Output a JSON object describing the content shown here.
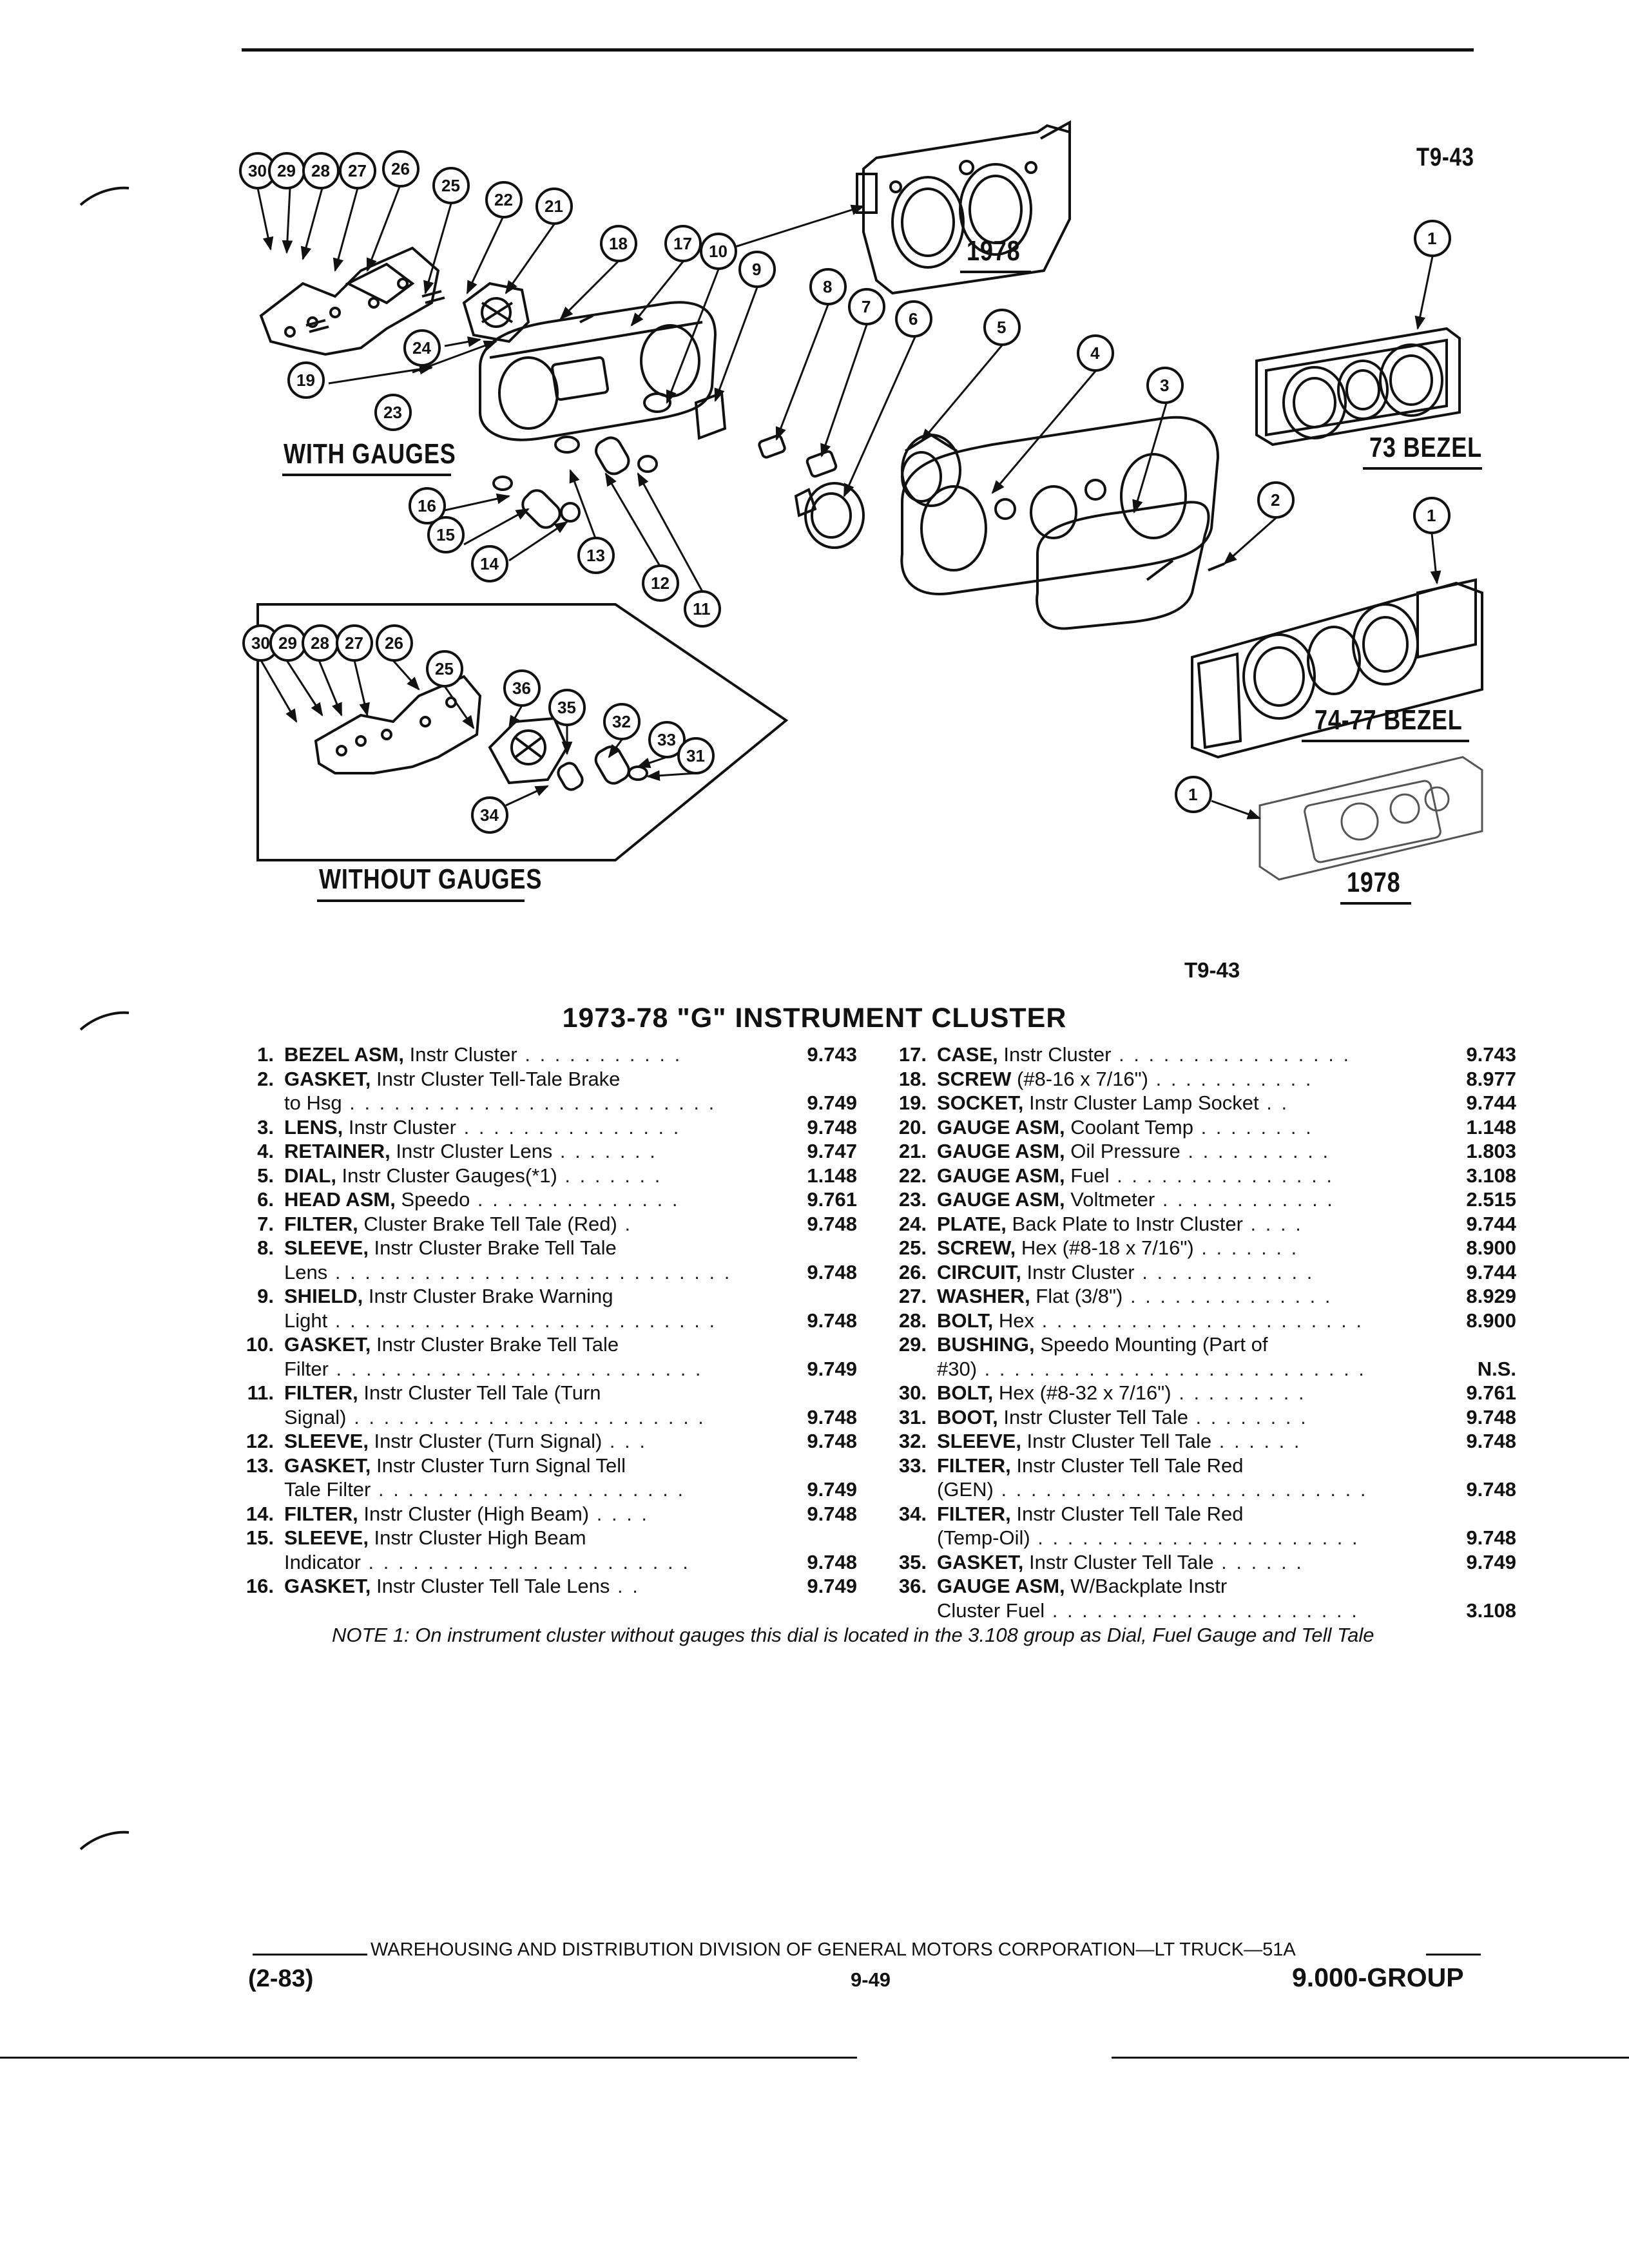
{
  "header": {
    "code_top": "T9-43"
  },
  "diagram": {
    "labels": {
      "with_gauges": "WITH GAUGES",
      "without_gauges": "WITHOUT GAUGES",
      "bezel_73": "73 BEZEL",
      "bezel_74_77": "74-77 BEZEL",
      "year_1978_a": "1978",
      "year_1978_b": "1978",
      "code_mid": "T9-43"
    },
    "callouts": {
      "c1a": "1",
      "c1b": "1",
      "c1c": "1",
      "c2": "2",
      "c3": "3",
      "c4": "4",
      "c5": "5",
      "c6": "6",
      "c7": "7",
      "c8": "8",
      "c9": "9",
      "c10": "10",
      "c11": "11",
      "c12": "12",
      "c13": "13",
      "c14": "14",
      "c15": "15",
      "c16": "16",
      "c17": "17",
      "c18": "18",
      "c19": "19",
      "c21": "21",
      "c22": "22",
      "c23": "23",
      "c24": "24",
      "c25a": "25",
      "c26a": "26",
      "c27a": "27",
      "c28a": "28",
      "c29a": "29",
      "c30a": "30",
      "c25b": "25",
      "c26b": "26",
      "c27b": "27",
      "c28b": "28",
      "c29b": "29",
      "c30b": "30",
      "c31": "31",
      "c32": "32",
      "c33": "33",
      "c34": "34",
      "c35": "35",
      "c36": "36"
    }
  },
  "title": "1973-78 \"G\" INSTRUMENT CLUSTER",
  "parts_left": [
    {
      "lines": [
        {
          "num": "1.",
          "name": "BEZEL ASM,",
          "desc": " Instr Cluster",
          "dots": " . . . . . . . . . . .",
          "group": "9.743"
        }
      ]
    },
    {
      "lines": [
        {
          "num": "2.",
          "name": "GASKET,",
          "desc": " Instr Cluster Tell-Tale Brake"
        },
        {
          "desc": "to Hsg",
          "dots": " . . . . . . . . . . . . . . . . . . . . . . . . .",
          "group": "9.749"
        }
      ]
    },
    {
      "lines": [
        {
          "num": "3.",
          "name": "LENS,",
          "desc": " Instr Cluster",
          "dots": " . . . . . . . . . . . . . . .",
          "group": "9.748"
        }
      ]
    },
    {
      "lines": [
        {
          "num": "4.",
          "name": "RETAINER,",
          "desc": " Instr Cluster Lens",
          "dots": " . . . . . . .",
          "group": "9.747"
        }
      ]
    },
    {
      "lines": [
        {
          "num": "5.",
          "name": "DIAL,",
          "desc": " Instr Cluster Gauges(*1)",
          "dots": " . . . . . . .",
          "group": "1.148"
        }
      ]
    },
    {
      "lines": [
        {
          "num": "6.",
          "name": "HEAD ASM,",
          "desc": " Speedo",
          "dots": " . . . . . . . . . . . . . .",
          "group": "9.761"
        }
      ]
    },
    {
      "lines": [
        {
          "num": "7.",
          "name": "FILTER,",
          "desc": " Cluster Brake Tell Tale (Red)",
          "dots": " .",
          "group": "9.748"
        }
      ]
    },
    {
      "lines": [
        {
          "num": "8.",
          "name": "SLEEVE,",
          "desc": " Instr Cluster Brake Tell Tale"
        },
        {
          "desc": "Lens",
          "dots": " . . . . . . . . . . . . . . . . . . . . . . . . . . .",
          "group": "9.748"
        }
      ]
    },
    {
      "lines": [
        {
          "num": "9.",
          "name": "SHIELD,",
          "desc": " Instr Cluster Brake Warning"
        },
        {
          "desc": "Light",
          "dots": " . . . . . . . . . . . . . . . . . . . . . . . . . .",
          "group": "9.748"
        }
      ]
    },
    {
      "lines": [
        {
          "num": "10.",
          "name": "GASKET,",
          "desc": " Instr Cluster Brake Tell Tale"
        },
        {
          "desc": "Filter",
          "dots": " . . . . . . . . . . . . . . . . . . . . . . . . .",
          "group": "9.749"
        }
      ]
    },
    {
      "lines": [
        {
          "num": "11.",
          "name": "FILTER,",
          "desc": " Instr Cluster Tell Tale (Turn"
        },
        {
          "desc": "Signal)",
          "dots": " . . . . . . . . . . . . . . . . . . . . . . . .",
          "group": "9.748"
        }
      ]
    },
    {
      "lines": [
        {
          "num": "12.",
          "name": "SLEEVE,",
          "desc": " Instr Cluster (Turn Signal)",
          "dots": " . . .",
          "group": "9.748"
        }
      ]
    },
    {
      "lines": [
        {
          "num": "13.",
          "name": "GASKET,",
          "desc": " Instr Cluster Turn Signal Tell"
        },
        {
          "desc": "Tale Filter",
          "dots": " . . . . . . . . . . . . . . . . . . . . .",
          "group": "9.749"
        }
      ]
    },
    {
      "lines": [
        {
          "num": "14.",
          "name": "FILTER,",
          "desc": " Instr Cluster (High Beam)",
          "dots": " . . . .",
          "group": "9.748"
        }
      ]
    },
    {
      "lines": [
        {
          "num": "15.",
          "name": "SLEEVE,",
          "desc": " Instr Cluster High Beam"
        },
        {
          "desc": "Indicator",
          "dots": " . . . . . . . . . . . . . . . . . . . . . .",
          "group": "9.748"
        }
      ]
    },
    {
      "lines": [
        {
          "num": "16.",
          "name": "GASKET,",
          "desc": " Instr Cluster Tell Tale Lens",
          "dots": " . .",
          "group": "9.749"
        }
      ]
    }
  ],
  "parts_right": [
    {
      "lines": [
        {
          "num": "17.",
          "name": "CASE,",
          "desc": " Instr Cluster",
          "dots": " . . . . . . . . . . . . . . . .",
          "group": "9.743"
        }
      ]
    },
    {
      "lines": [
        {
          "num": "18.",
          "name": "SCREW",
          "desc": " (#8-16 x 7/16\")",
          "dots": " . . . . . . . . . . .",
          "group": "8.977"
        }
      ]
    },
    {
      "lines": [
        {
          "num": "19.",
          "name": "SOCKET,",
          "desc": " Instr Cluster Lamp Socket",
          "dots": " . .",
          "group": "9.744"
        }
      ]
    },
    {
      "lines": [
        {
          "num": "20.",
          "name": "GAUGE ASM,",
          "desc": " Coolant Temp",
          "dots": " . . . . . . . .",
          "group": "1.148"
        }
      ]
    },
    {
      "lines": [
        {
          "num": "21.",
          "name": "GAUGE ASM,",
          "desc": " Oil Pressure",
          "dots": " . . . . . . . . . .",
          "group": "1.803"
        }
      ]
    },
    {
      "lines": [
        {
          "num": "22.",
          "name": "GAUGE ASM,",
          "desc": " Fuel",
          "dots": " . . . . . . . . . . . . . . .",
          "group": "3.108"
        }
      ]
    },
    {
      "lines": [
        {
          "num": "23.",
          "name": "GAUGE ASM,",
          "desc": " Voltmeter",
          "dots": " . . . . . . . . . . . .",
          "group": "2.515"
        }
      ]
    },
    {
      "lines": [
        {
          "num": "24.",
          "name": "PLATE,",
          "desc": " Back Plate to Instr Cluster",
          "dots": " . . . .",
          "group": "9.744"
        }
      ]
    },
    {
      "lines": [
        {
          "num": "25.",
          "name": "SCREW,",
          "desc": " Hex (#8-18 x 7/16\")",
          "dots": " . . . . . . .",
          "group": "8.900"
        }
      ]
    },
    {
      "lines": [
        {
          "num": "26.",
          "name": "CIRCUIT,",
          "desc": " Instr Cluster",
          "dots": " . . . . . . . . . . . .",
          "group": "9.744"
        }
      ]
    },
    {
      "lines": [
        {
          "num": "27.",
          "name": "WASHER,",
          "desc": " Flat (3/8\")",
          "dots": " . . . . . . . . . . . . . .",
          "group": "8.929"
        }
      ]
    },
    {
      "lines": [
        {
          "num": "28.",
          "name": "BOLT,",
          "desc": " Hex",
          "dots": " . . . . . . . . . . . . . . . . . . . . . .",
          "group": "8.900"
        }
      ]
    },
    {
      "lines": [
        {
          "num": "29.",
          "name": "BUSHING,",
          "desc": " Speedo Mounting (Part of"
        },
        {
          "desc": "#30)",
          "dots": " . . . . . . . . . . . . . . . . . . . . . . . . . .",
          "group": "N.S."
        }
      ]
    },
    {
      "lines": [
        {
          "num": "30.",
          "name": "BOLT,",
          "desc": " Hex (#8-32 x 7/16\")",
          "dots": " . . . . . . . . .",
          "group": "9.761"
        }
      ]
    },
    {
      "lines": [
        {
          "num": "31.",
          "name": "BOOT,",
          "desc": " Instr Cluster Tell Tale",
          "dots": " . . . . . . . .",
          "group": "9.748"
        }
      ]
    },
    {
      "lines": [
        {
          "num": "32.",
          "name": "SLEEVE,",
          "desc": " Instr Cluster Tell Tale",
          "dots": " . . . . . .",
          "group": "9.748"
        }
      ]
    },
    {
      "lines": [
        {
          "num": "33.",
          "name": "FILTER,",
          "desc": " Instr Cluster Tell Tale Red"
        },
        {
          "desc": "(GEN)",
          "dots": " . . . . . . . . . . . . . . . . . . . . . . . . .",
          "group": "9.748"
        }
      ]
    },
    {
      "lines": [
        {
          "num": "34.",
          "name": "FILTER,",
          "desc": " Instr Cluster Tell Tale Red"
        },
        {
          "desc": "(Temp-Oil)",
          "dots": " . . . . . . . . . . . . . . . . . . . . . .",
          "group": "9.748"
        }
      ]
    },
    {
      "lines": [
        {
          "num": "35.",
          "name": "GASKET,",
          "desc": " Instr Cluster Tell Tale",
          "dots": " . . . . . .",
          "group": "9.749"
        }
      ]
    },
    {
      "lines": [
        {
          "num": "36.",
          "name": "GAUGE ASM,",
          "desc": " W/Backplate Instr"
        },
        {
          "desc": "Cluster Fuel",
          "dots": " . . . . . . . . . . . . . . . . . . . . .",
          "group": "3.108"
        }
      ]
    }
  ],
  "note": "NOTE 1: On instrument cluster without gauges this dial is located in the 3.108 group as Dial, Fuel Gauge and Tell Tale",
  "footer": {
    "division": "WAREHOUSING AND DISTRIBUTION  DIVISION OF GENERAL MOTORS CORPORATION—LT TRUCK—51A",
    "date": "(2-83)",
    "page": "9-49",
    "group": "9.000-GROUP"
  }
}
